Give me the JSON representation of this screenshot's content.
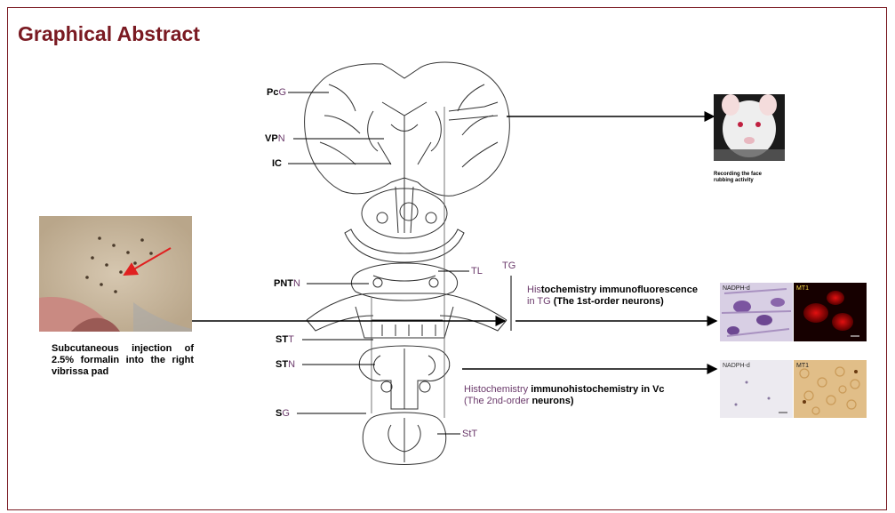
{
  "title": "Graphical Abstract",
  "labels": {
    "pcg": {
      "a": "Pc",
      "b": "G"
    },
    "vpn": {
      "a": "VP",
      "b": "N"
    },
    "ic": "IC",
    "pntn": {
      "a": "PNT",
      "b": "N"
    },
    "stt_upper": {
      "a": "ST",
      "b": "T"
    },
    "stn": {
      "a": "ST",
      "b": "N"
    },
    "sg": {
      "a": "S",
      "b": "G"
    },
    "tl": "TL",
    "tg": "TG",
    "stt_lower": "StT"
  },
  "injection_text": "Subcutaneous injection of 2.5% formalin into the right vibrissa pad",
  "recording_text": "Recording the face rubbing activity",
  "tg_text": {
    "prefix": "His",
    "bold1": "tochemistry immunofluorescence",
    "line2_prefix": "in TG",
    "line2_bold": "(The 1st-order neurons)"
  },
  "vc_text": {
    "line1_plain": "Histochemistry",
    "line1_bold": "immunohistochemistry in Vc",
    "line2_plain": "(The 2nd-order",
    "line2_bold": "neurons)"
  },
  "micro_labels": {
    "nadph_top": "NADPH-d",
    "mt1_top": "MT1",
    "nadph_bottom": "NADPH-d",
    "mt1_bottom": "MT1"
  },
  "colors": {
    "frame": "#7a1a22",
    "title": "#7a1a22",
    "purple_text": "#6b3a6b",
    "arrow_red": "#e02020"
  }
}
